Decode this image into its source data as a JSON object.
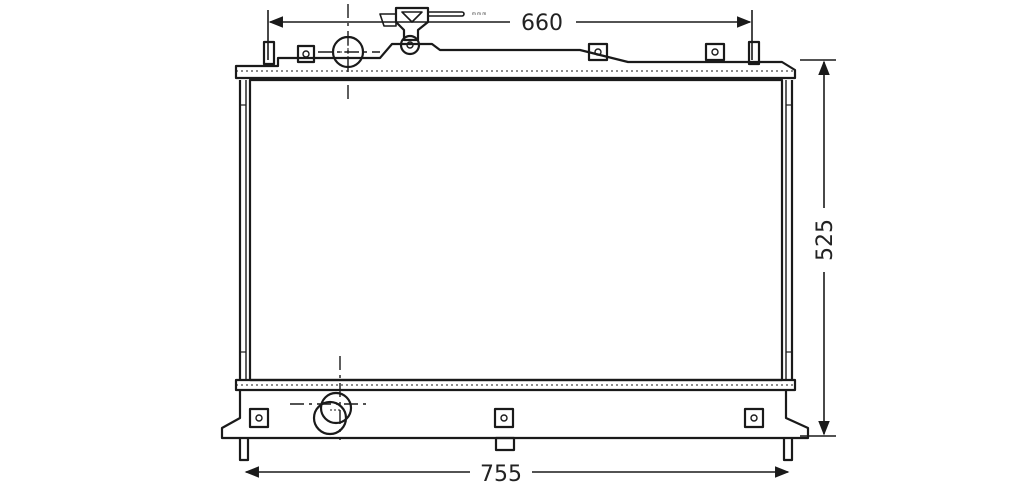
{
  "dimensions": {
    "width_top": "660",
    "width_bottom": "755",
    "height": "525"
  },
  "cap_label": "m m m",
  "colors": {
    "stroke": "#1a1a1a",
    "background": "#ffffff"
  }
}
